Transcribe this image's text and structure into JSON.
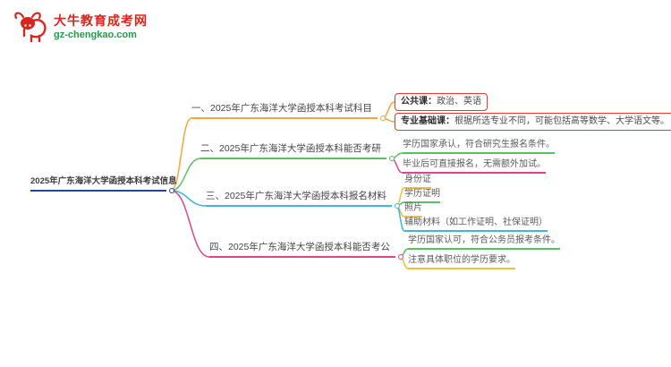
{
  "logo": {
    "icon": "bull-icon",
    "site_name": "大牛教育成考网",
    "site_url": "gz-chengkao.com",
    "name_color": "#d9251c",
    "url_color": "#1e9e48"
  },
  "mindmap": {
    "root": {
      "label": "2025年广东海洋大学函授本科考试信息",
      "color": "#27429e"
    },
    "branches": [
      {
        "label": "一、2025年广东海洋大学函授本科考试科目",
        "color": "#f7a43b",
        "children": [
          {
            "prefix": "公共课：",
            "text": "政治、英语",
            "color": "#f7a43b",
            "box_color": "#e53935"
          },
          {
            "prefix": "专业基础课：",
            "text": "根据所选专业不同，可能包括高等数学、大学语文等。",
            "color": "#f7a43b",
            "box_color": "#e53935"
          }
        ]
      },
      {
        "label": "二、2025年广东海洋大学函授本科能否考研",
        "color": "#5bbf63",
        "children": [
          {
            "text": "学历国家承认，符合研究生报名条件。",
            "color": "#5bbf63"
          },
          {
            "text": "毕业后可直接报名，无需额外加试。",
            "color": "#e0448c"
          }
        ]
      },
      {
        "label": "三、2025年广东海洋大学函授本科报名材料",
        "color": "#3fb6e0",
        "children": [
          {
            "text": "身份证",
            "color": "#f0c03c"
          },
          {
            "text": "学历证明",
            "color": "#5bbf63"
          },
          {
            "text": "照片",
            "color": "#f0c03c"
          },
          {
            "text": "辅助材料（如工作证明、社保证明）",
            "color": "#3fb6e0"
          }
        ]
      },
      {
        "label": "四、2025年广东海洋大学函授本科能否考公",
        "color": "#e0448c",
        "children": [
          {
            "text": "学历国家认可，符合公务员报考条件。",
            "color": "#5bbf63"
          },
          {
            "text": "注意具体职位的学历要求。",
            "color": "#f0c03c"
          }
        ]
      }
    ]
  }
}
